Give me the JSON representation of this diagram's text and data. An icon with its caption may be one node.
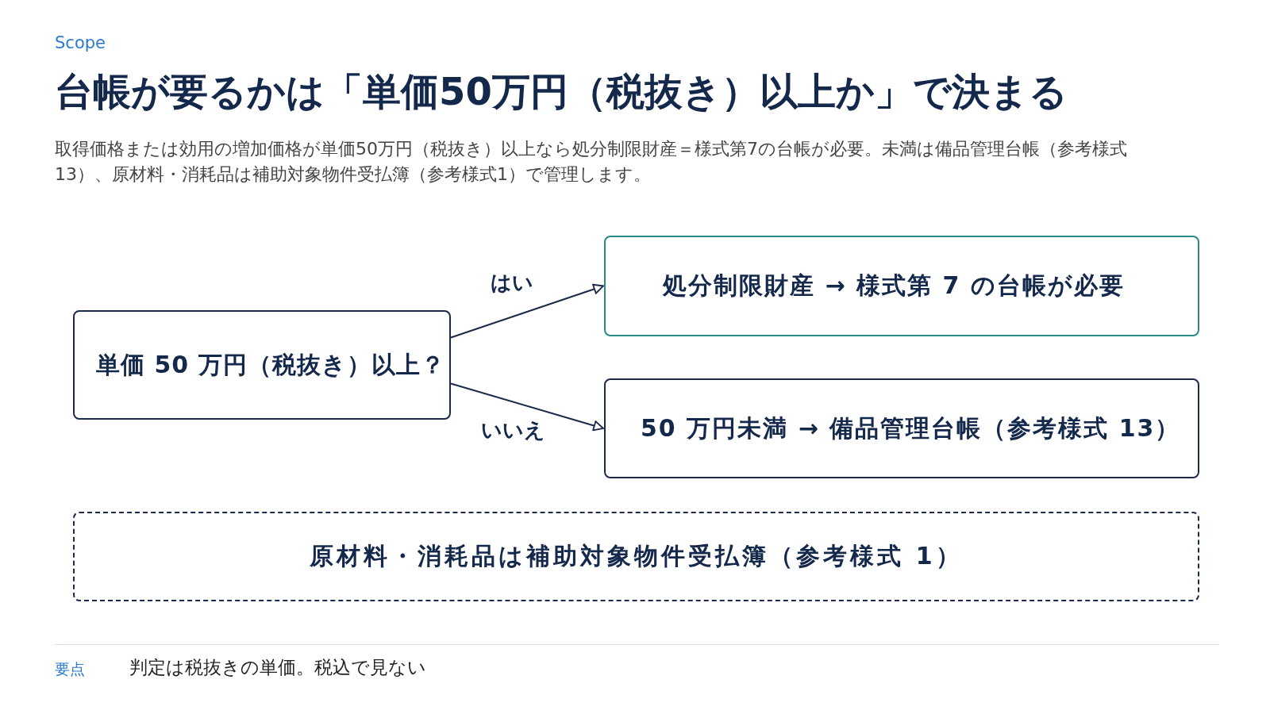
{
  "diagram": {
    "title": "台帳が要るかは「単価50万円（税抜き）以上か」で決まる",
    "nodes": [
      {
        "text": [
          "単価 50 万円（税抜き）以上？"
        ]
      },
      {
        "text": [
          "処分制限財産 → 様式第 7 の台帳が必要"
        ]
      },
      {
        "text": [
          "50 万円未満 → 備品管理台帳（参考様式 13）"
        ]
      },
      {
        "text": [
          "原材料・消耗品は補助対象物件受払簿（参考様式 1）"
        ]
      }
    ],
    "edges": [
      {
        "from": 0,
        "to": 1,
        "arrow": "to",
        "label": "はい"
      },
      {
        "from": 0,
        "to": 2,
        "arrow": "to",
        "label": "いいえ"
      }
    ],
    "labels": [
      "Scope",
      "取得価格または効用の増加価格が単価50万円（税抜き）以上なら処分制限財産＝様式第7の台帳が必要。未満は備品管理台帳（参考様式13）、原材料・消耗品は補助対象物件受払簿（参考様式1）で管理します。",
      "要点",
      "判定は税抜きの単価。税込で見ない"
    ]
  }
}
